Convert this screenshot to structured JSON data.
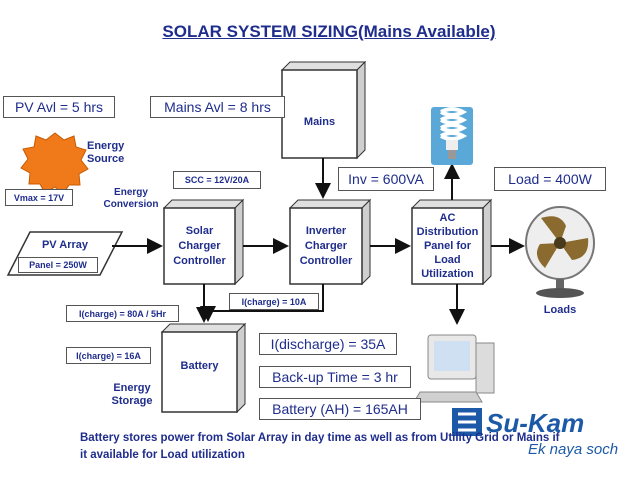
{
  "title": "SOLAR SYSTEM SIZING(Mains Available)",
  "labels": {
    "pv_avl": "PV Avl = 5 hrs",
    "mains_avl": "Mains Avl = 8 hrs",
    "energy_source": "Energy Source",
    "vmax": "Vmax = 17V",
    "energy_conversion": "Energy Conversion",
    "scc": "SCC = 12V/20A",
    "inv": "Inv = 600VA",
    "load": "Load = 400W",
    "pv_array": "PV Array",
    "panel": "Panel = 250W",
    "i_charge_10": "I(charge) = 10A",
    "i_charge_80": "I(charge) = 80A / 5Hr",
    "i_charge_16": "I(charge) = 16A",
    "energy_storage": "Energy Storage",
    "i_discharge": "I(discharge) = 35A",
    "backup": "Back-up Time = 3 hr",
    "battery_ah": "Battery (AH) = 165AH",
    "loads": "Loads"
  },
  "boxes": {
    "mains": "Mains",
    "solar_charger": "Solar Charger Controller",
    "inverter_charger": "Inverter Charger Controller",
    "ac_distribution": "AC Distribution Panel for Load Utilization",
    "battery": "Battery"
  },
  "logo": {
    "brand": "Su-Kam",
    "tagline": "Ek naya soch"
  },
  "footer": "Battery stores power from Solar Array in day time as well as from Utility Grid or Mains if it available for Load utilization",
  "colors": {
    "text": "#1f2d8c",
    "sun": "#f07a1a",
    "logo": "#1c5aa8"
  }
}
